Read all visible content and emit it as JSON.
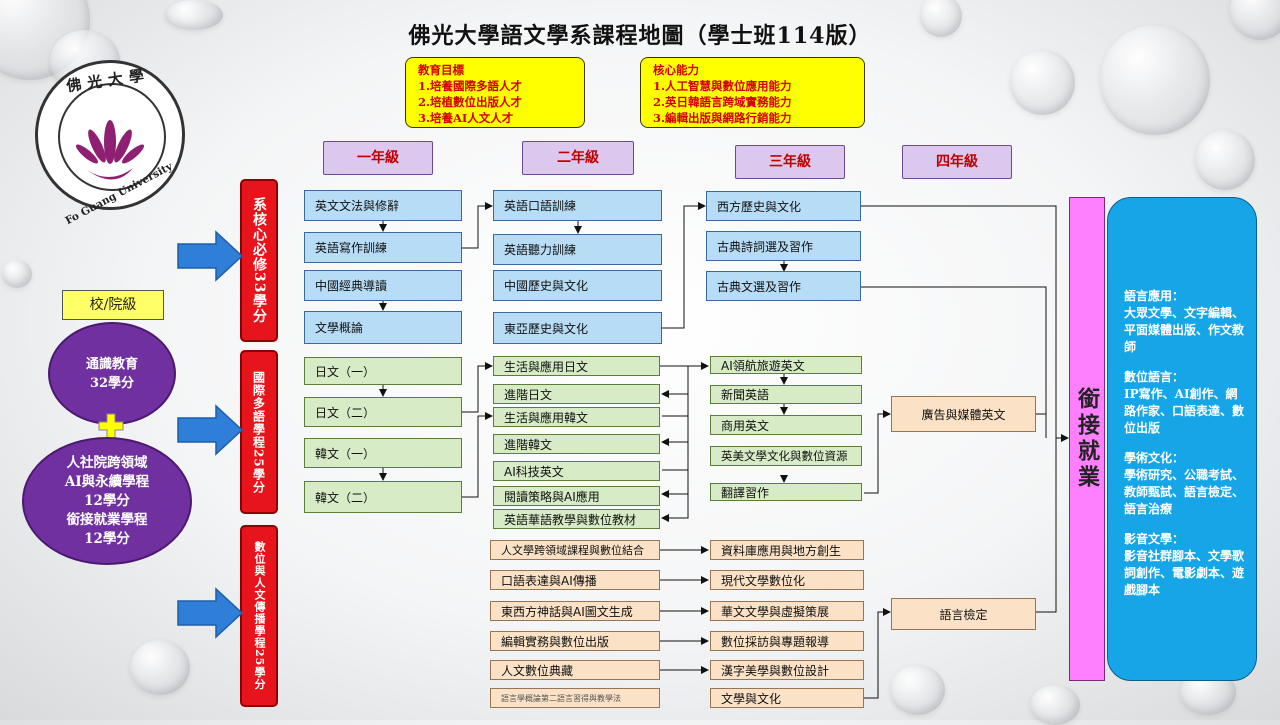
{
  "title": "佛光大學語文學系課程地圖（學士班114版）",
  "logo": {
    "text_top": "佛光大學",
    "text_bottom": "Fo Guang University"
  },
  "goals": {
    "heading": "教育目標",
    "items": [
      "1.培養國際多語人才",
      "2.培植數位出版人才",
      "3.培養AI人文人才"
    ]
  },
  "competencies": {
    "heading": "核心能力",
    "items": [
      "1.人工智慧與數位應用能力",
      "2.英日韓語言跨域實務能力",
      "3.編輯出版與網路行銷能力"
    ]
  },
  "years": [
    "一年級",
    "二年級",
    "三年級",
    "四年級"
  ],
  "categories": [
    "系核心必修33學分",
    "國際多語學程25學分",
    "數位與人文傳播學程25學分"
  ],
  "school_level": {
    "label": "校/院級",
    "general": [
      "通識教育",
      "32學分"
    ],
    "cross": [
      "人社院跨領域",
      "AI與永續學程",
      "12學分",
      "銜接就業學程",
      "12學分"
    ]
  },
  "core": {
    "y1": [
      "英文文法與修辭",
      "英語寫作訓練",
      "中國經典導讀",
      "文學概論"
    ],
    "y2": [
      "英語口語訓練",
      "英語聽力訓練",
      "中國歷史與文化",
      "東亞歷史與文化"
    ],
    "y3": [
      "西方歷史與文化",
      "古典詩詞選及習作",
      "古典文選及習作"
    ]
  },
  "intl": {
    "y1": [
      "日文（一）",
      "日文（二）",
      "韓文（一）",
      "韓文（二）"
    ],
    "y2": [
      "生活與應用日文",
      "進階日文",
      "生活與應用韓文",
      "進階韓文",
      "AI科技英文",
      "閱讀策略與AI應用",
      "英語華語教學與數位教材"
    ],
    "y3": [
      "AI領航旅遊英文",
      "新聞英語",
      "商用英文",
      "英美文學文化與數位資源",
      "翻譯習作"
    ],
    "y4": [
      "廣告與媒體英文"
    ]
  },
  "digital": {
    "y2": [
      "人文學跨領域課程與數位結合",
      "口語表達與AI傳播",
      "東西方神話與AI圖文生成",
      "編輯實務與數位出版",
      "人文數位典藏",
      "語言學概論第二語言習得與教學法"
    ],
    "y3": [
      "資料庫應用與地方創生",
      "現代文學數位化",
      "華文文學與虛擬策展",
      "數位採訪與專題報導",
      "漢字美學與數位設計",
      "文學與文化"
    ],
    "y4": [
      "語言檢定"
    ]
  },
  "jobs_label": "銜接就業",
  "careers": [
    {
      "title": "語言應用：",
      "text": "大眾文學、文字編輯、平面媒體出版、作文教師"
    },
    {
      "title": "數位語言：",
      "text": "IP寫作、AI創作、網路作家、口語表達、數位出版"
    },
    {
      "title": "學術文化：",
      "text": "學術研究、公職考試、教師甄試、語言檢定、語言治療"
    },
    {
      "title": "影音文學：",
      "text": "影音社群腳本、文學歌詞創作、電影劇本、遊戲腳本"
    }
  ],
  "colors": {
    "core_box": "#b7dcf5",
    "intl_box": "#d7ebc6",
    "digital_box": "#fbe2c6",
    "category": "#e8141c",
    "year": "#dcc8ef",
    "jobs": "#ff80ff",
    "careers": "#16a6e8",
    "school_circle": "#7030a0"
  }
}
